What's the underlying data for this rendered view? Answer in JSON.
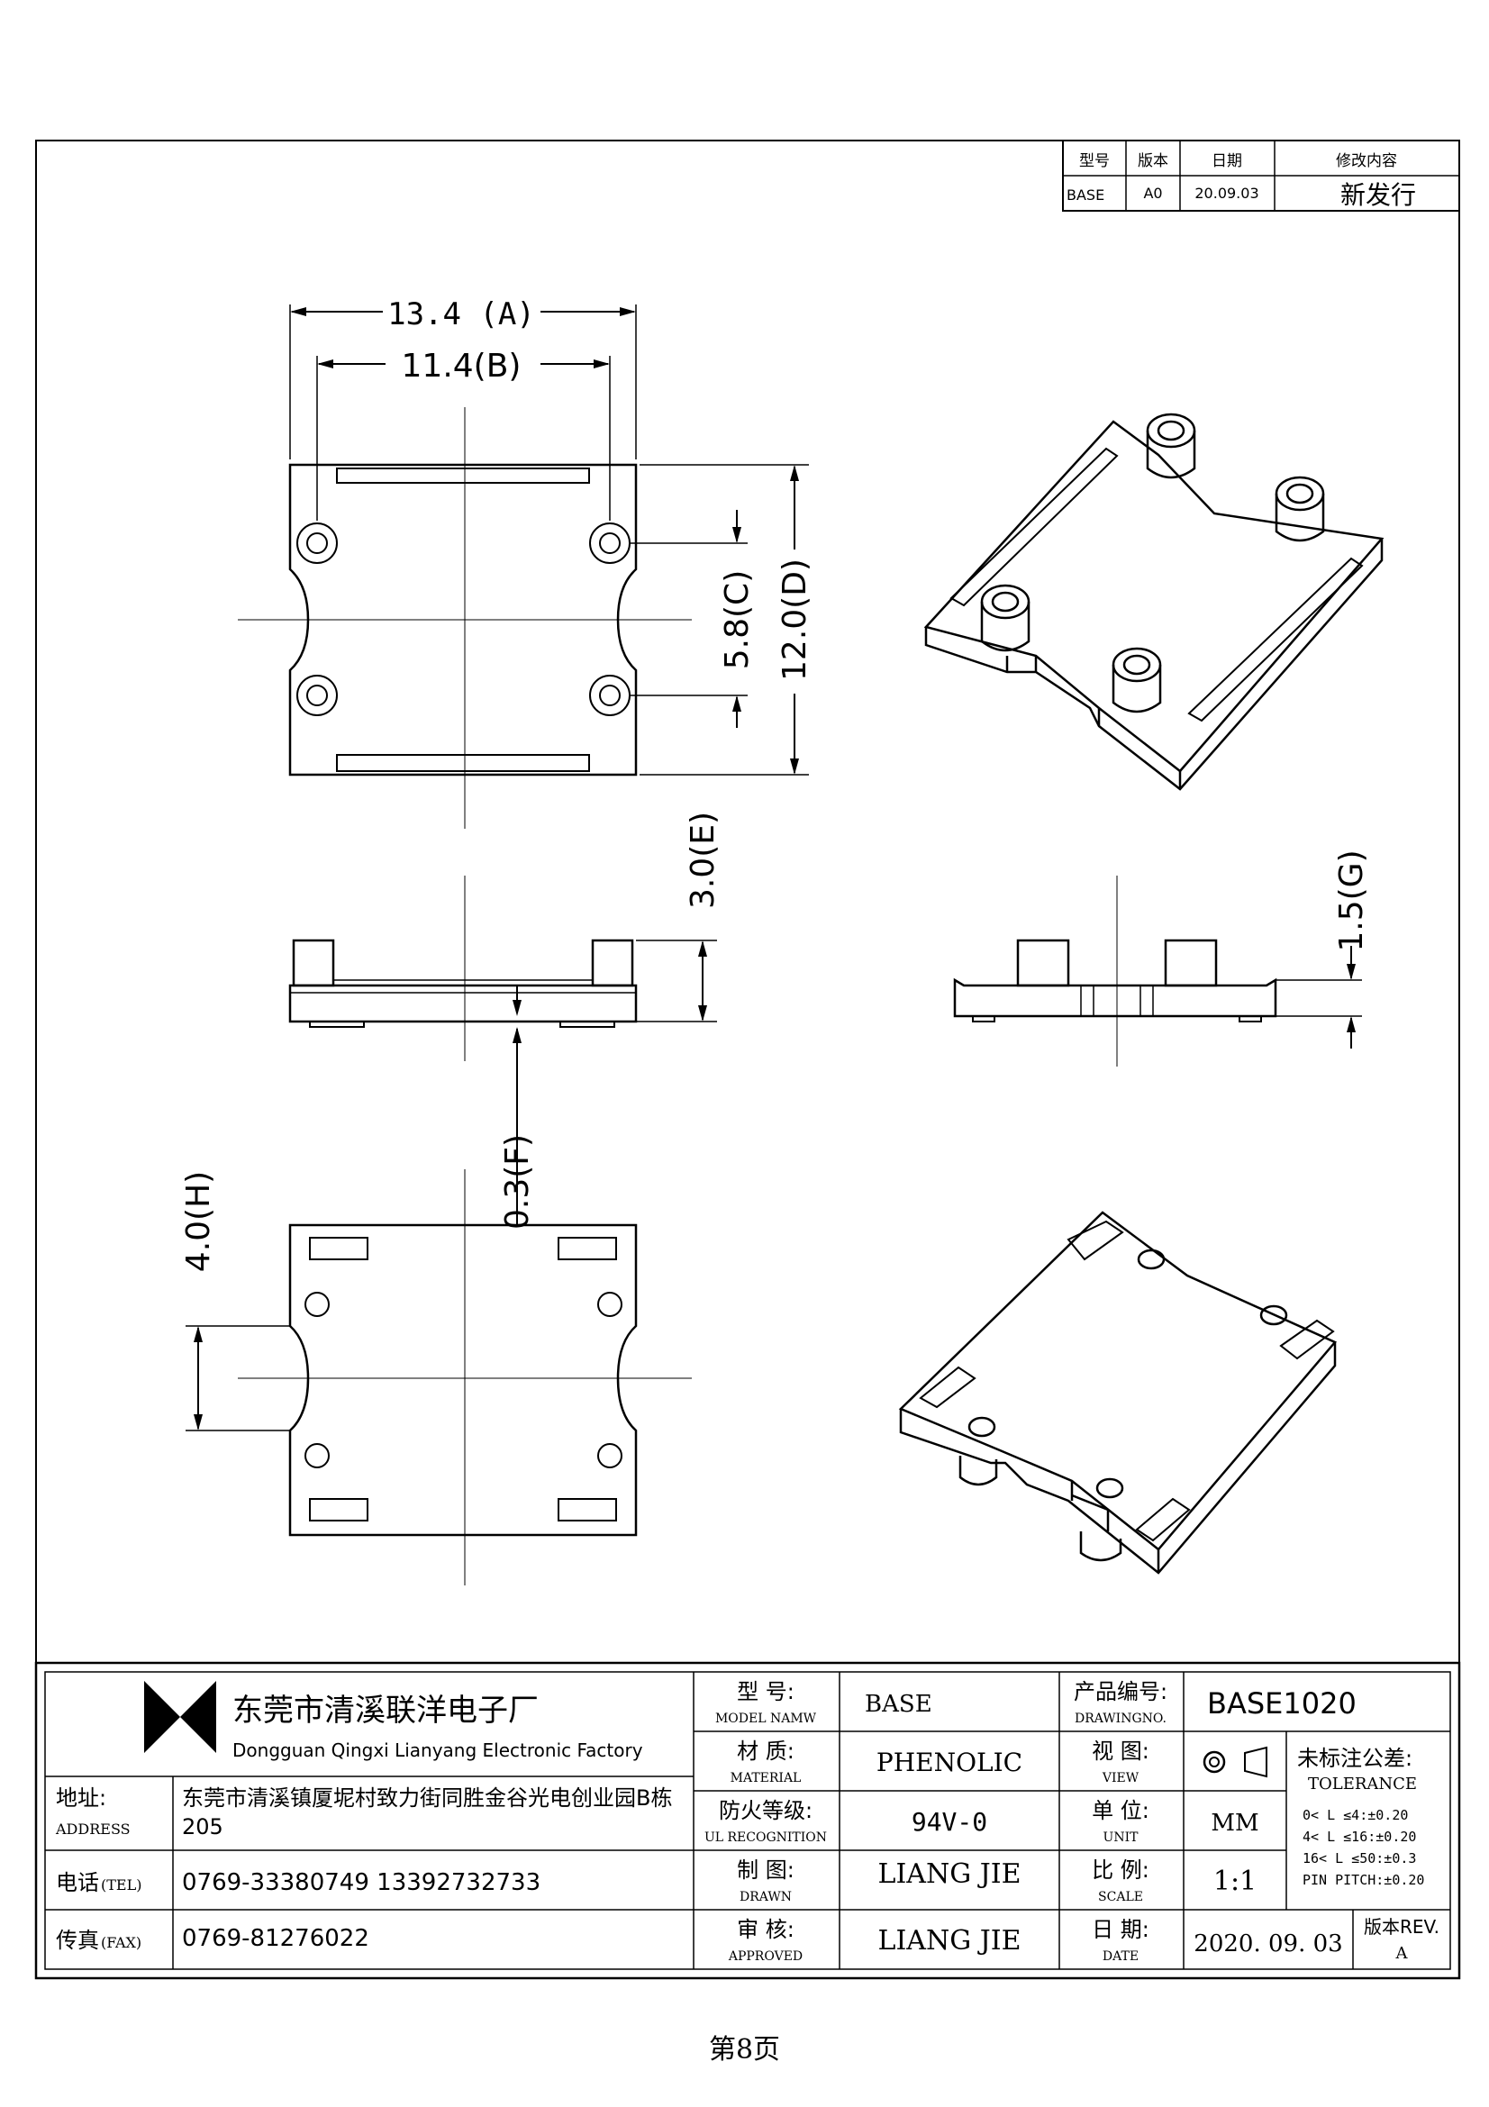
{
  "revision_table": {
    "headers": [
      "型号",
      "版本",
      "日期",
      "修改内容"
    ],
    "row": [
      "BASE",
      "A0",
      "20.09.03",
      "新发行"
    ]
  },
  "dimensions": {
    "A": "13.4 (A)",
    "B": "11.4(B)",
    "C": "5.8(C)",
    "D": "12.0(D)",
    "E": "3.0(E)",
    "F": "0.3(F)",
    "G": "1.5(G)",
    "H": "4.0(H)"
  },
  "company": {
    "name_cn": "东莞市清溪联洋电子厂",
    "name_en": "Dongguan Qingxi Lianyang Electronic Factory",
    "address_label_cn": "地址:",
    "address_label_en": "ADDRESS",
    "address_line1": "东莞市清溪镇厦坭村致力街同胜金谷光电创业园B栋",
    "address_line2": "205",
    "tel_label_cn": "电话",
    "tel_label_en": "(TEL)",
    "tel_value": "0769-33380749   13392732733",
    "fax_label_cn": "传真",
    "fax_label_en": "(FAX)",
    "fax_value": "0769-81276022"
  },
  "title_block": {
    "model_label_cn": "型 号:",
    "model_label_en": "MODEL NAMW",
    "model_value": "BASE",
    "drawing_no_label_cn": "产品编号:",
    "drawing_no_label_en": "DRAWINGNO.",
    "drawing_no_value": "BASE1020",
    "material_label_cn": "材 质:",
    "material_label_en": "MATERIAL",
    "material_value": "PHENOLIC",
    "view_label_cn": "视 图:",
    "view_label_en": "VIEW",
    "tolerance_label_cn": "未标注公差:",
    "tolerance_label_en": "TOLERANCE",
    "tolerance_lines": [
      "0< L ≤4:±0.20",
      "4< L ≤16:±0.20",
      "16< L ≤50:±0.3",
      "PIN PITCH:±0.20"
    ],
    "ul_label_cn": "防火等级:",
    "ul_label_en": "UL RECOGNITION",
    "ul_value": "94V-0",
    "unit_label_cn": "单 位:",
    "unit_label_en": "UNIT",
    "unit_value": "MM",
    "drawn_label_cn": "制 图:",
    "drawn_label_en": "DRAWN",
    "drawn_value": "LIANG JIE",
    "scale_label_cn": "比 例:",
    "scale_label_en": "SCALE",
    "scale_value": "1:1",
    "approved_label_cn": "审 核:",
    "approved_label_en": "APPROVED",
    "approved_value": "LIANG JIE",
    "date_label_cn": "日 期:",
    "date_label_en": "DATE",
    "date_value": "2020. 09. 03",
    "rev_label": "版本REV.",
    "rev_value": "A"
  },
  "page": {
    "footer": "第8页"
  }
}
